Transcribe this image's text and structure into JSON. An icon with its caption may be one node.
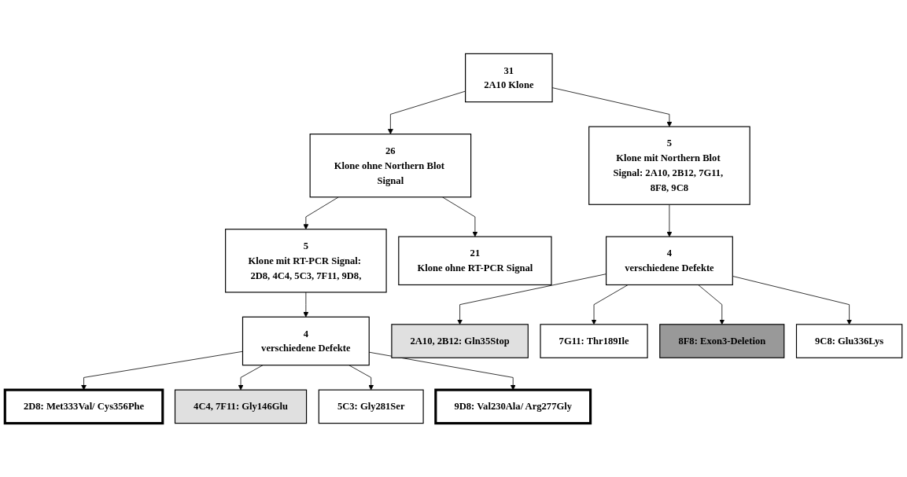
{
  "diagram": {
    "nodes": [
      {
        "text": [
          "31",
          "2A10 Klone"
        ]
      },
      {
        "text": [
          "5",
          "Klone mit Northern Blot Signal: 2A10, 2B12, 7G11, 8F8, 9C8"
        ]
      },
      {
        "text": [
          "26",
          "Klone ohne Northern Blot Signal"
        ]
      },
      {
        "text": [
          "5",
          "Klone mit RT-PCR Signal: 2D8, 4C4, 5C3, 7F11, 9D8,"
        ]
      },
      {
        "text": [
          "21",
          "Klone ohne RT-PCR Signal"
        ]
      },
      {
        "text": [
          "4",
          "verschiedene Defekte"
        ]
      },
      {
        "text": [
          "4",
          "verschiedene Defekte"
        ]
      },
      {
        "text": [
          "2A10, 2B12: Gln35Stop"
        ]
      },
      {
        "text": [
          "7G11: Thr189Ile"
        ]
      },
      {
        "text": [
          "8F8: Exon3-Deletion"
        ]
      },
      {
        "text": [
          "9C8: Glu336Lys"
        ]
      },
      {
        "text": [
          "2D8: Met333Val/ Cys356Phe"
        ]
      },
      {
        "text": [
          "4C4, 7F11: Gly146Glu"
        ]
      },
      {
        "text": [
          "5C3: Gly281Ser"
        ]
      },
      {
        "text": [
          "9D8: Val230Ala/ Arg277Gly"
        ]
      }
    ],
    "edges": [
      {
        "from": 0,
        "to": 1,
        "arrow": "to"
      },
      {
        "from": 0,
        "to": 2,
        "arrow": "to"
      },
      {
        "from": 2,
        "to": 3,
        "arrow": "to"
      },
      {
        "from": 2,
        "to": 4,
        "arrow": "to"
      },
      {
        "from": 1,
        "to": 5,
        "arrow": "to"
      },
      {
        "from": 3,
        "to": 6,
        "arrow": "to"
      },
      {
        "from": 5,
        "to": 7,
        "arrow": "to"
      },
      {
        "from": 5,
        "to": 8,
        "arrow": "to"
      },
      {
        "from": 5,
        "to": 9,
        "arrow": "to"
      },
      {
        "from": 5,
        "to": 10,
        "arrow": "to"
      },
      {
        "from": 6,
        "to": 11,
        "arrow": "to"
      },
      {
        "from": 6,
        "to": 12,
        "arrow": "to"
      },
      {
        "from": 6,
        "to": 13,
        "arrow": "to"
      },
      {
        "from": 6,
        "to": 14,
        "arrow": "to"
      }
    ]
  }
}
